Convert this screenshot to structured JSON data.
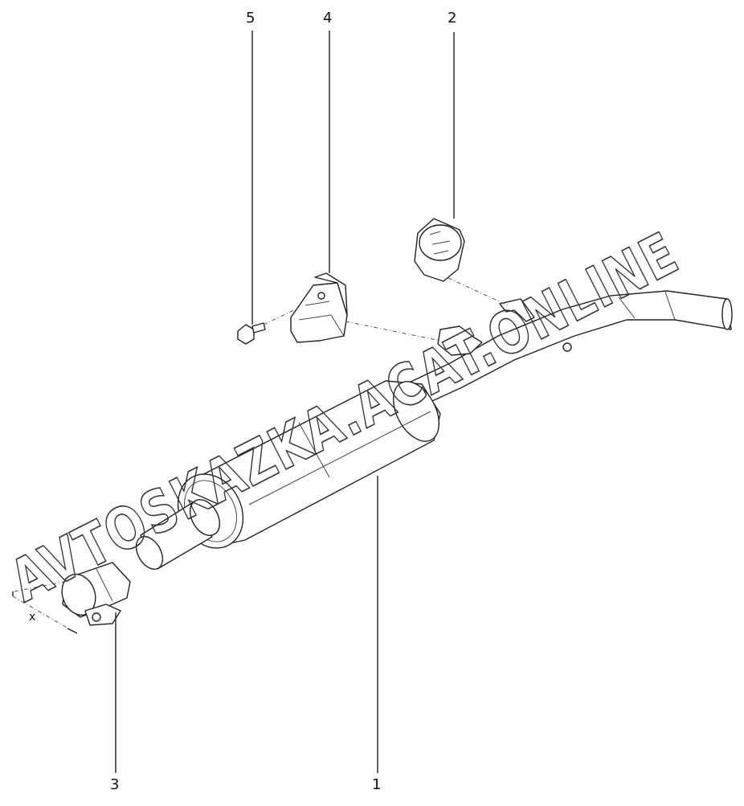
{
  "callouts": {
    "c1": "1",
    "c2": "2",
    "c3": "3",
    "c4": "4",
    "c5": "5"
  },
  "dimension_label": "x",
  "watermark": "AVTOSKAZKA.ACAT.ONLINE",
  "colors": {
    "line": "#222222",
    "background": "#ffffff"
  }
}
